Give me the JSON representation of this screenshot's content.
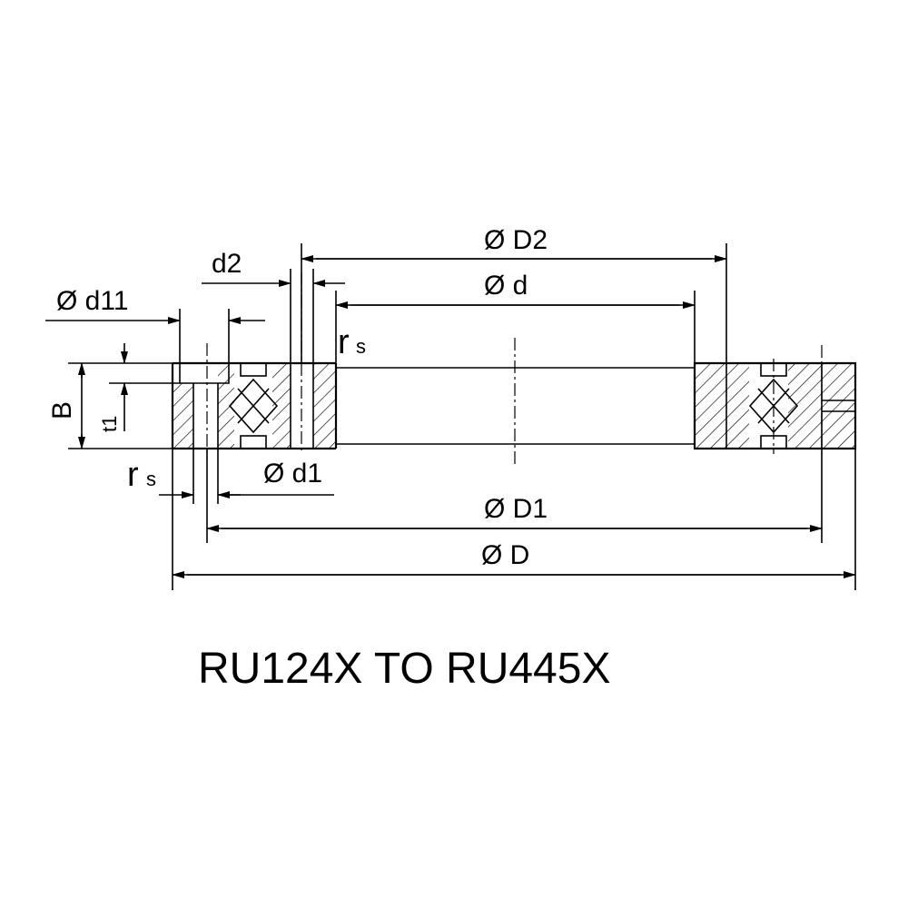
{
  "labels": {
    "D2": "Ø D2",
    "d": "Ø d",
    "d2": "d2",
    "d11": "Ø d11",
    "rs_top_r": "r",
    "rs_top_s": "s",
    "B": "B",
    "t1": "t1",
    "rs_bottom_r": "r",
    "rs_bottom_s": "s",
    "d1": "Ø d1",
    "D1": "Ø D1",
    "D": "Ø D"
  },
  "title": "RU124X TO RU445X"
}
